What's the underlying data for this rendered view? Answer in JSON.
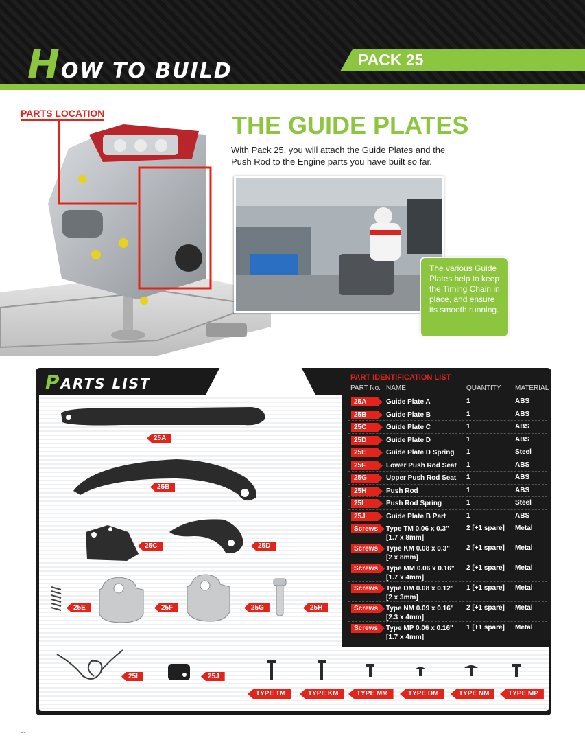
{
  "header": {
    "title_first": "H",
    "title_rest": "OW TO BUILD",
    "pack": "PACK 25"
  },
  "location": {
    "label": "PARTS LOCATION"
  },
  "intro": {
    "title": "THE GUIDE PLATES",
    "text": "With Pack 25, you will attach the Guide Plates and the Push Rod to the Engine parts you have built so far.",
    "callout": "The various Guide Plates help to keep the Timing Chain in place, and ensure its smooth running."
  },
  "parts_list": {
    "title_first": "P",
    "title_rest": "ARTS LIST",
    "labels": {
      "a": "25A",
      "b": "25B",
      "c": "25C",
      "d": "25D",
      "e": "25E",
      "f": "25F",
      "g": "25G",
      "h": "25H",
      "i": "25I",
      "j": "25J"
    },
    "screw_types": [
      "TYPE TM",
      "TYPE KM",
      "TYPE MM",
      "TYPE DM",
      "TYPE NM",
      "TYPE MP"
    ]
  },
  "id_list": {
    "title": "PART IDENTIFICATION LIST",
    "headers": {
      "part_no": "PART No.",
      "name": "NAME",
      "quantity": "QUANTITY",
      "material": "MATERIAL"
    },
    "rows": [
      {
        "part": "25A",
        "name": "Guide Plate A",
        "qty": "1",
        "material": "ABS"
      },
      {
        "part": "25B",
        "name": "Guide Plate B",
        "qty": "1",
        "material": "ABS"
      },
      {
        "part": "25C",
        "name": "Guide Plate C",
        "qty": "1",
        "material": "ABS"
      },
      {
        "part": "25D",
        "name": "Guide Plate D",
        "qty": "1",
        "material": "ABS"
      },
      {
        "part": "25E",
        "name": "Guide Plate D Spring",
        "qty": "1",
        "material": "Steel"
      },
      {
        "part": "25F",
        "name": "Lower Push Rod Seat",
        "qty": "1",
        "material": "ABS"
      },
      {
        "part": "25G",
        "name": "Upper Push Rod Seat",
        "qty": "1",
        "material": "ABS"
      },
      {
        "part": "25H",
        "name": "Push Rod",
        "qty": "1",
        "material": "ABS"
      },
      {
        "part": "25I",
        "name": "Push Rod Spring",
        "qty": "1",
        "material": "Steel"
      },
      {
        "part": "25J",
        "name": "Guide Plate B Part",
        "qty": "1",
        "material": "ABS"
      },
      {
        "part": "Screws",
        "name": "Type TM  0.06 x 0.3\"\n[1.7 x 8mm]",
        "qty": "2 [+1 spare]",
        "material": "Metal"
      },
      {
        "part": "Screws",
        "name": "Type KM  0.08 x 0.3\"\n[2 x 8mm]",
        "qty": "2 [+1 spare]",
        "material": "Metal"
      },
      {
        "part": "Screws",
        "name": "Type MM  0.06 x 0.16\"\n[1.7 x 4mm]",
        "qty": "2 [+1 spare]",
        "material": "Metal"
      },
      {
        "part": "Screws",
        "name": "Type DM  0.08 x 0.12\"\n[2 x 3mm]",
        "qty": "1 [+1 spare]",
        "material": "Metal"
      },
      {
        "part": "Screws",
        "name": "Type NM  0.09 x 0.16\"\n[2.3 x 4mm]",
        "qty": "2 [+1 spare]",
        "material": "Metal"
      },
      {
        "part": "Screws",
        "name": "Type MP  0.06 x 0.16\"\n[1.7 x 4mm]",
        "qty": "1 [+1 spare]",
        "material": "Metal"
      }
    ]
  },
  "footer": {
    "page": "--"
  },
  "colors": {
    "green": "#8cc63f",
    "red": "#e3241b",
    "dark": "#1a1a1a"
  }
}
